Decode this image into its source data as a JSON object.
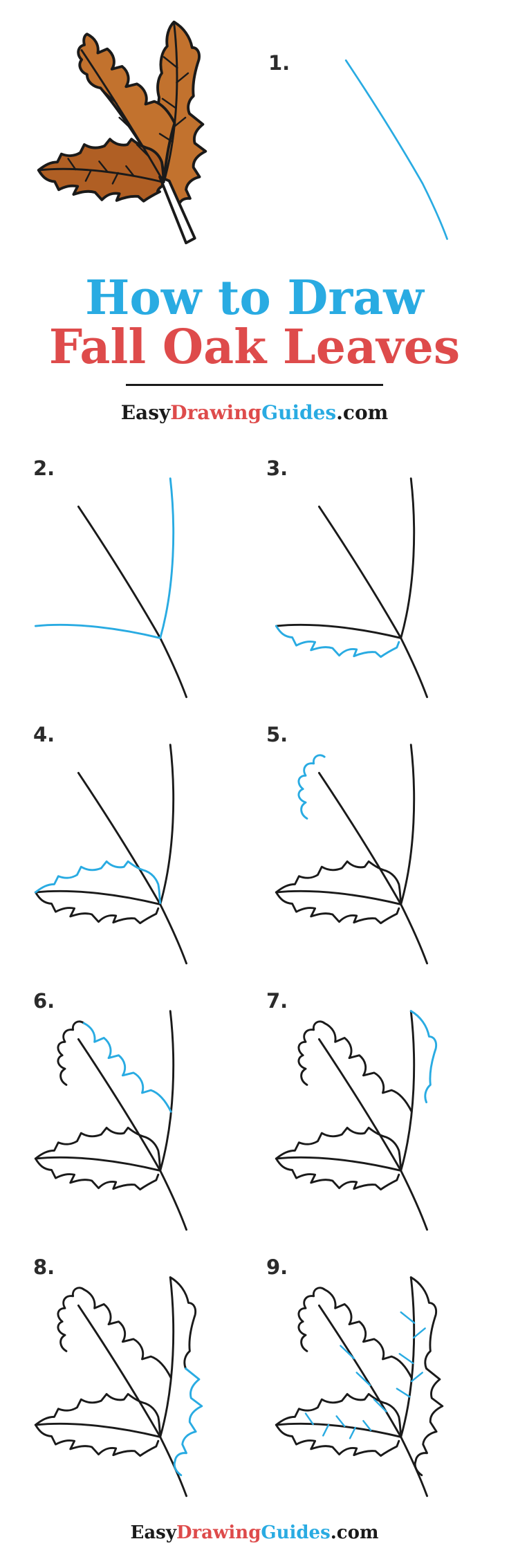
{
  "colors": {
    "blue": "#29ABE2",
    "red": "#DE4B4B",
    "ink": "#1A1A1A",
    "leaf-fill": "#C2722E",
    "leaf-fill-dark": "#B05F24",
    "label-ink": "#2B2B2B"
  },
  "title": {
    "line1": "How to Draw",
    "line2": "Fall Oak Leaves"
  },
  "branding": {
    "part1": "Easy",
    "part2": "Drawing",
    "part3": "Guides",
    "part4": ".com"
  },
  "steps": [
    {
      "label": "1.",
      "base_parts": [],
      "new_parts": [
        "stem-line"
      ]
    },
    {
      "label": "2.",
      "base_parts": [
        "stem-line"
      ],
      "new_parts": [
        "right-midrib",
        "left-midrib"
      ]
    },
    {
      "label": "3.",
      "base_parts": [
        "stem-line",
        "right-midrib",
        "left-midrib"
      ],
      "new_parts": [
        "bottom-leaf-lower-edge"
      ]
    },
    {
      "label": "4.",
      "base_parts": [
        "stem-line",
        "right-midrib",
        "left-midrib",
        "bottom-leaf-lower-edge"
      ],
      "new_parts": [
        "bottom-leaf-upper-edge"
      ]
    },
    {
      "label": "5.",
      "base_parts": [
        "stem-line",
        "right-midrib",
        "left-midrib",
        "bottom-leaf-lower-edge",
        "bottom-leaf-upper-edge"
      ],
      "new_parts": [
        "upper-leaf-left-edge"
      ]
    },
    {
      "label": "6.",
      "base_parts": [
        "stem-line",
        "right-midrib",
        "left-midrib",
        "bottom-leaf-lower-edge",
        "bottom-leaf-upper-edge",
        "upper-leaf-left-edge"
      ],
      "new_parts": [
        "upper-leaf-top-edge"
      ]
    },
    {
      "label": "7.",
      "base_parts": [
        "stem-line",
        "right-midrib",
        "left-midrib",
        "bottom-leaf-lower-edge",
        "bottom-leaf-upper-edge",
        "upper-leaf-left-edge",
        "upper-leaf-top-edge"
      ],
      "new_parts": [
        "right-leaf-upper-edge"
      ]
    },
    {
      "label": "8.",
      "base_parts": [
        "stem-line",
        "right-midrib",
        "left-midrib",
        "bottom-leaf-lower-edge",
        "bottom-leaf-upper-edge",
        "upper-leaf-left-edge",
        "upper-leaf-top-edge",
        "right-leaf-upper-edge"
      ],
      "new_parts": [
        "right-leaf-lower-edge"
      ]
    },
    {
      "label": "9.",
      "base_parts": [
        "stem-line",
        "right-midrib",
        "left-midrib",
        "bottom-leaf-lower-edge",
        "bottom-leaf-upper-edge",
        "upper-leaf-left-edge",
        "upper-leaf-top-edge",
        "right-leaf-upper-edge",
        "right-leaf-lower-edge"
      ],
      "new_parts": [
        "leaf-veins"
      ]
    }
  ]
}
